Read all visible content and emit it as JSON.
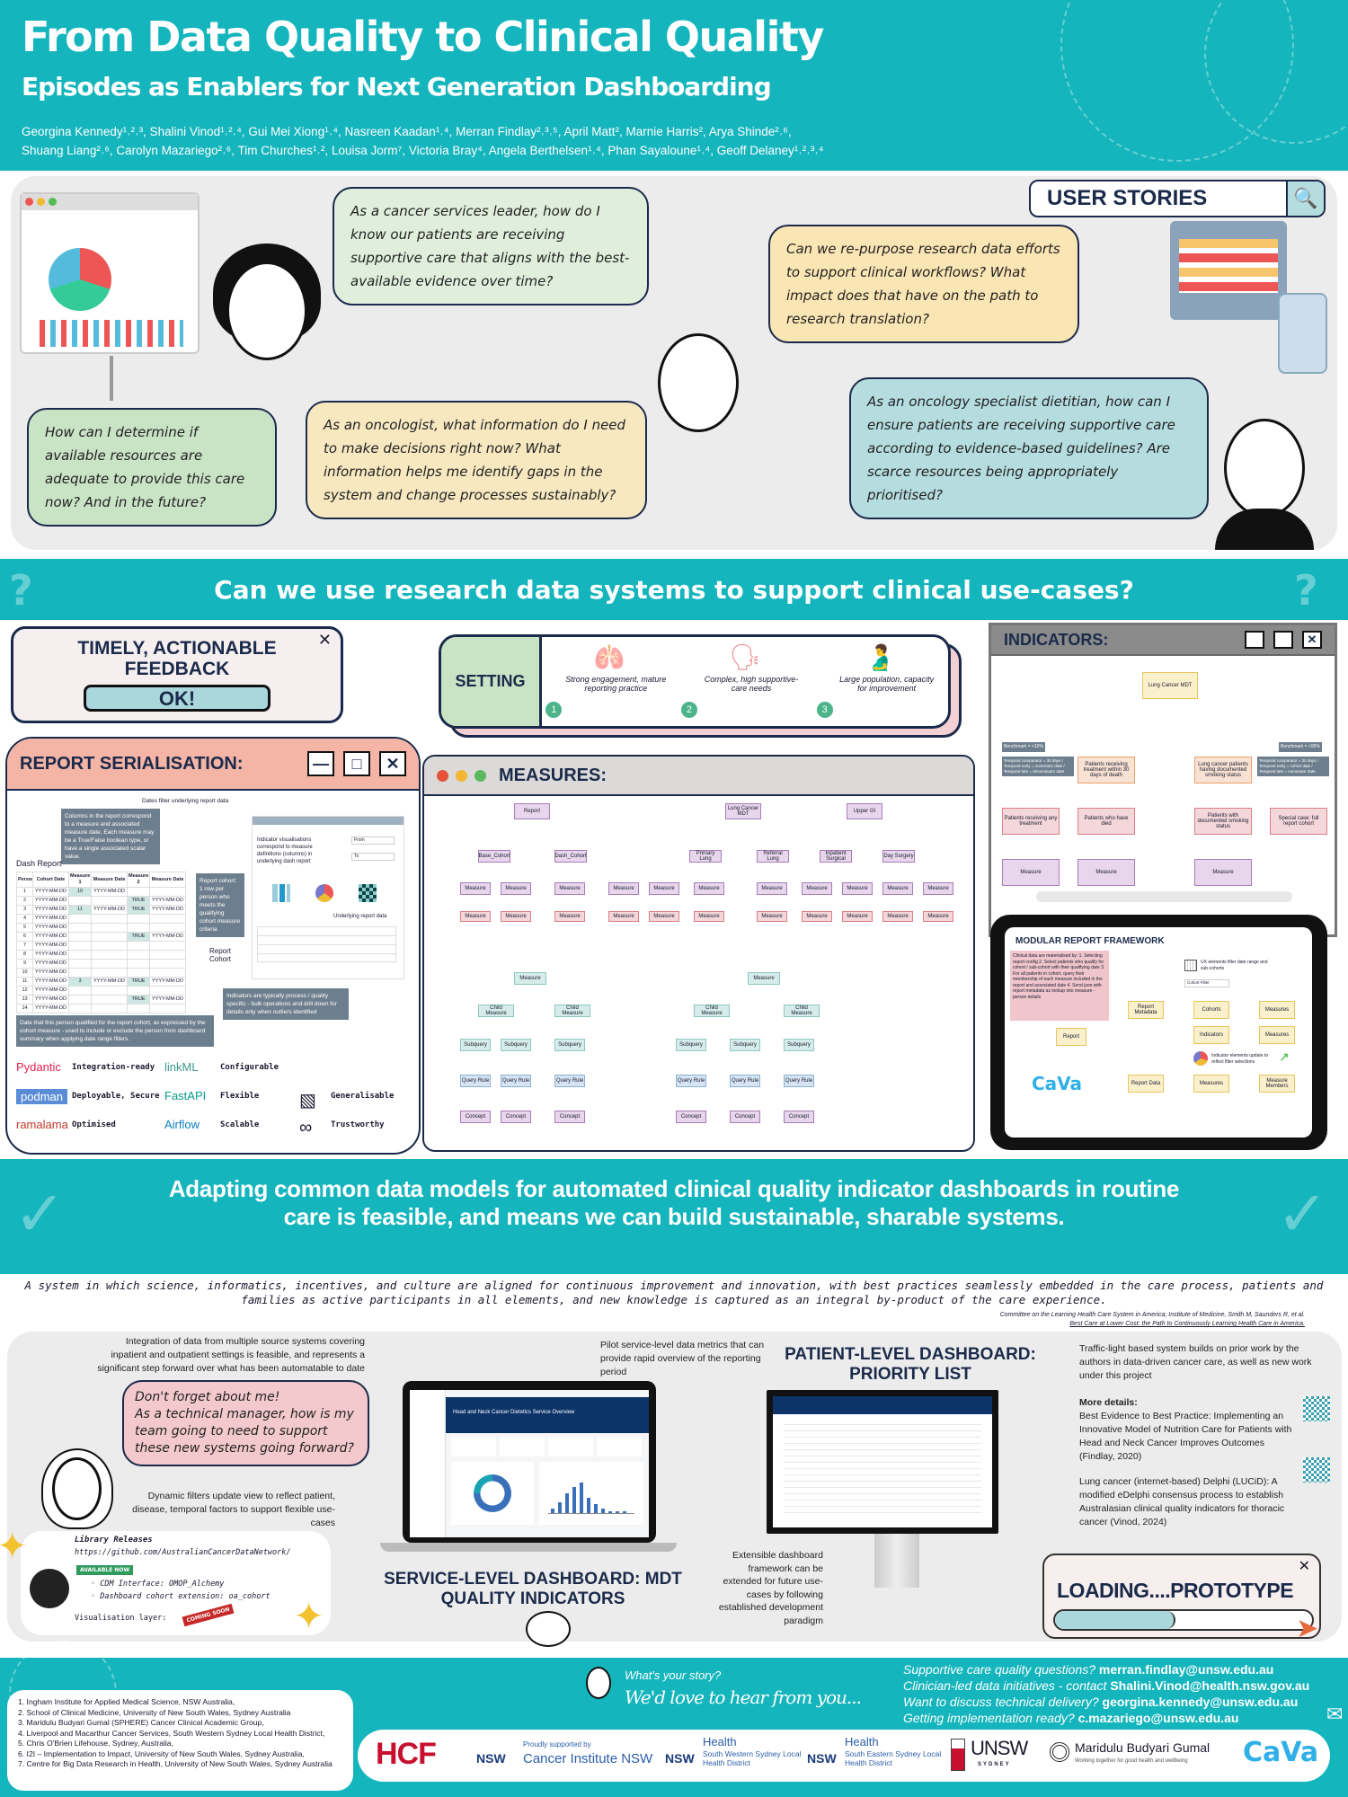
{
  "header": {
    "title": "From Data Quality to Clinical Quality",
    "subtitle": "Episodes as Enablers for Next Generation Dashboarding",
    "authors_line1": "Georgina Kennedy¹˒²˒³, Shalini Vinod¹˒²˒⁴, Gui Mei Xiong¹˒⁴, Nasreen Kaadan¹˒⁴, Merran Findlay²˒³˒⁵, April Matt², Marnie Harris², Arya Shinde²˒⁶,",
    "authors_line2": "Shuang Liang²˒⁶, Carolyn Mazariego²˒⁶, Tim Churches¹˒², Louisa Jorm⁷, Victoria Bray⁴, Angela Berthelsen¹˒⁴, Phan Sayaloune¹˒⁴, Geoff Delaney¹˒²˒³˒⁴"
  },
  "user_stories": {
    "search_label": "USER STORIES",
    "bubbles": [
      "As a cancer services leader, how do I know our patients are receiving supportive care that aligns with the best-available evidence over time?",
      "How can I determine if available resources are adequate to provide this care now? And in the future?",
      "As an oncologist, what information do I need to make decisions right now? What information helps me identify gaps in the system and change processes sustainably?",
      "Can we re-purpose research data efforts to support clinical workflows? What impact does that have on the path to research translation?",
      "As an oncology specialist dietitian, how can I ensure patients are receiving supportive care according to evidence-based guidelines? Are scarce resources being appropriately prioritised?"
    ]
  },
  "question_band": {
    "text": "Can we use research data systems to support clinical use-cases?",
    "mark": "?"
  },
  "feedback": {
    "title": "TIMELY, ACTIONABLE FEEDBACK",
    "ok": "OK!",
    "close": "✕"
  },
  "report": {
    "title": "REPORT SERIALISATION:",
    "dates_label": "Dates filter underlying report data",
    "note_columns": "Columns in the report correspond to a measure and associated measure date. Each measure may be a True/False boolean type, or have a single associated scalar value.",
    "dash_report": "Dash Report",
    "headers": [
      "Person",
      "Cohort Date",
      "Measure 1",
      "Measure Date",
      "Measure 2",
      "Measure Date"
    ],
    "rows": [
      [
        "1",
        "YYYY-MM-DD",
        "10",
        "YYYY-MM-DD",
        "",
        ""
      ],
      [
        "2",
        "YYYY-MM-DD",
        "",
        "",
        "TRUE",
        "YYYY-MM-DD"
      ],
      [
        "3",
        "YYYY-MM-DD",
        "11",
        "YYYY-MM-DD",
        "TRUE",
        "YYYY-MM-DD"
      ],
      [
        "4",
        "YYYY-MM-DD",
        "",
        "",
        "",
        ""
      ],
      [
        "5",
        "YYYY-MM-DD",
        "",
        "",
        "",
        ""
      ],
      [
        "6",
        "YYYY-MM-DD",
        "",
        "",
        "TRUE",
        "YYYY-MM-DD"
      ],
      [
        "7",
        "YYYY-MM-DD",
        "",
        "",
        "",
        ""
      ],
      [
        "8",
        "YYYY-MM-DD",
        "",
        "",
        "",
        ""
      ],
      [
        "9",
        "YYYY-MM-DD",
        "",
        "",
        "",
        ""
      ],
      [
        "10",
        "YYYY-MM-DD",
        "",
        "",
        "",
        ""
      ],
      [
        "11",
        "YYYY-MM-DD",
        "3",
        "YYYY-MM-DD",
        "TRUE",
        "YYYY-MM-DD"
      ],
      [
        "12",
        "YYYY-MM-DD",
        "",
        "",
        "",
        ""
      ],
      [
        "13",
        "YYYY-MM-DD",
        "",
        "",
        "TRUE",
        "YYYY-MM-DD"
      ],
      [
        "14",
        "YYYY-MM-DD",
        "",
        "",
        "",
        ""
      ]
    ],
    "note_cohort": "Report cohort: 1 row per person who meets the qualifying cohort measure criteria",
    "report_cohort": "Report Cohort",
    "indicator_vis": "Indicator visualisations correspond to measure definitions (columns) in underlying dash report",
    "from": "From",
    "to": "To",
    "underlying": "Underlying report data",
    "note_indicators": "Indicators are typically process / quality specific - bulk operations and drill down for details only when outliers identified",
    "note_date": "Date that this person qualified for the report cohort, as expressed by the cohort measure - used to include or exclude the person from dashboard summary when applying date range filters."
  },
  "tech": {
    "items": [
      {
        "logo": "Pydantic",
        "label": "Integration-ready"
      },
      {
        "logo": "linkML",
        "label": "Configurable"
      },
      {
        "logo": "podman",
        "label": "Deployable, Secure"
      },
      {
        "logo": "FastAPI",
        "label": "Flexible"
      },
      {
        "logo": "",
        "label": "Generalisable"
      },
      {
        "logo": "ramalama",
        "label": "Optimised"
      },
      {
        "logo": "Airflow",
        "label": "Scalable"
      },
      {
        "logo": "",
        "label": "Trustworthy"
      }
    ]
  },
  "setting": {
    "title": "SETTING",
    "items": [
      {
        "n": "1",
        "text": "Strong engagement, mature reporting practice"
      },
      {
        "n": "2",
        "text": "Complex, high supportive-care needs"
      },
      {
        "n": "3",
        "text": "Large population, capacity for improvement"
      }
    ]
  },
  "measures": {
    "title": "MEASURES:",
    "top_nodes": [
      "Report",
      "Lung Cancer MDT",
      "Upper GI"
    ],
    "mid_nodes": [
      "Base_Cohort",
      "Dash_Cohort",
      "Primary Lung",
      "Referral Lung",
      "Inpatient Surgical",
      "Day Surgery"
    ],
    "measure": "Measure",
    "subquery": "Subquery",
    "query_rule": "Query Rule",
    "concept": "Concept",
    "child_measure": "Child Measure"
  },
  "indicators": {
    "title": "INDICATORS:",
    "root": "Lung Cancer MDT",
    "ind1": "Patients receiving treatment within 30 days of death",
    "ind2": "Lung cancer patients having documented smoking status",
    "bench1": "Benchmark = <10%",
    "bench2": "Benchmark = <95%",
    "temp1": "Temporal comparator = 30 days / Temporal early = numerator date / Temporal late = denominator date",
    "temp2": "Temporal comparator = 30 days / Temporal early = cohort date / Temporal late = numerator date",
    "leaves": [
      "Patients receiving any treatment",
      "Patients who have died",
      "Patients with documented smoking status",
      "Special case: full report cohort"
    ],
    "measure": "Measure"
  },
  "framework": {
    "title": "MODULAR REPORT FRAMEWORK",
    "steps": "Clinical data are materialised by: 1. Selecting report config 2. Select patients who qualify for cohort / sub-cohort with their qualifying date 3. For all patients in cohort, query their membership of each measure included in the report and associated date 4. Send json with report metadata as lookup into measure - person details",
    "ux": "UX elements filter date range and sub-cohorts",
    "cohort_filter": "Cohort Filter",
    "nodes": [
      "Report",
      "Report Metadata",
      "Cohorts",
      "Measures",
      "Indicators",
      "Measures",
      "Report Data",
      "Measures",
      "Measure Members"
    ],
    "update": "Indicator elements update to reflect filter selections",
    "brand": "CaVa"
  },
  "conclusion": {
    "line1": "Adapting common data models for automated clinical quality indicator dashboards in routine",
    "line2": "care is feasible, and means we can build sustainable, sharable systems."
  },
  "quote": {
    "text": "A system in which science, informatics, incentives, and culture are aligned for continuous improvement and innovation, with best practices seamlessly embedded in the care process, patients and families as active participants in all elements, and new knowledge is captured as an integral by-product of the care experience.",
    "cite1": "Committee on the Learning Health Care System in America; Institute of Medicine, Smith M, Saunders R, et al.",
    "cite2": "Best Care at Lower Cost: the Path to Continuously Learning Health Care in America."
  },
  "bottom": {
    "integration": "Integration of data from multiple source systems covering inpatient and outpatient settings is feasible, and represents a significant step forward over what has been automatable to date",
    "pilot": "Pilot service-level data metrics that can provide rapid overview of the reporting period",
    "manager_bubble": [
      "Don't forget about me!",
      "As a technical manager, how is my team going to need to support these new systems going forward?"
    ],
    "filters": "Dynamic filters update view to reflect patient, disease, temporal factors to support flexible use-cases",
    "service_title": "SERVICE-LEVEL DASHBOARD: MDT QUALITY INDICATORS",
    "patient_title": "PATIENT-LEVEL DASHBOARD: PRIORITY LIST",
    "dash_title": "Head and Neck Cancer Dietetics Service Overview",
    "extensible": "Extensible dashboard framework can be extended for future use-cases by following established development paradigm",
    "traffic": "Traffic-light based system builds on prior work by the authors in data-driven cancer care, as well as new work under this project",
    "more": "More details:",
    "ref1": "Best Evidence to Best Practice: Implementing an Innovative Model of Nutrition Care for Patients with Head and Neck Cancer Improves Outcomes (Findlay, 2020)",
    "ref2": "Lung cancer (internet-based) Delphi (LUCiD): A modified eDelphi consensus process to establish Australasian clinical quality indicators for thoracic cancer (Vinod, 2024)",
    "loading": "LOADING....PROTOTYPE",
    "loading_progress": 0.47,
    "lib_title": "Library Releases",
    "lib_url": "https://github.com/AustralianCancerDataNetwork/",
    "available": "AVAILABLE NOW",
    "lib1": "CDM Interface: OMOP_Alchemy",
    "lib2": "Dashboard cohort extension: oa_cohort",
    "vis_layer": "Visualisation layer:",
    "coming": "COMING SOON"
  },
  "footer": {
    "affiliations": [
      "1. Ingham Institute for Applied Medical Science, NSW Australia,",
      "2. School of Clinical Medicine, University of New South Wales, Sydney Australia",
      "3. Maridulu Budyari Gumal (SPHERE) Cancer Clinical Academic Group,",
      "4. Liverpool and Macarthur Cancer Services, South Western Sydney Local Health District,",
      "5. Chris O'Brien Lifehouse, Sydney, Australia,",
      "6. I2I – Implementation to Impact, University of New South Wales, Sydney Australia,",
      "7. Centre for Big Data Research in Health, University of New South Wales, Sydney Australia"
    ],
    "story": "What's your story?",
    "hear": "We'd love to hear from you...",
    "contacts": [
      {
        "q": "Supportive care quality questions?",
        "e": "merran.findlay@unsw.edu.au"
      },
      {
        "q": "Clinician-led data initiatives - contact",
        "e": "Shalini.Vinod@health.nsw.gov.au"
      },
      {
        "q": "Want to discuss technical delivery?",
        "e": "georgina.kennedy@unsw.edu.au"
      },
      {
        "q": "Getting implementation ready?",
        "e": "c.mazariego@unsw.edu.au"
      }
    ],
    "logos": {
      "hcf": "HCF",
      "nsw": "NSW",
      "supported": "Proudly supported by",
      "cinsw": "Cancer Institute NSW",
      "health": "Health",
      "swslhd": "South Western Sydney Local Health District",
      "seslhd": "South Eastern Sydney Local Health District",
      "unsw": "UNSW",
      "sydney": "SYDNEY",
      "mbg": "Maridulu Budyari Gumal",
      "mbg_tag": "Working together for good health and wellbeing",
      "cava": "CaVa"
    }
  },
  "colors": {
    "teal": "#15b5bd",
    "navy": "#1b2a4a",
    "pink": "#f4b4a6",
    "green": "#c9e3c5",
    "yellow": "#f7e8c0",
    "blue": "#b5dde0"
  }
}
